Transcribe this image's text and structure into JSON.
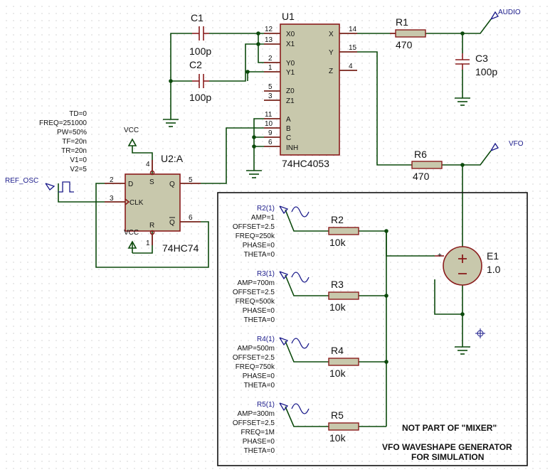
{
  "c1": {
    "ref": "C1",
    "value": "100p"
  },
  "c2": {
    "ref": "C2",
    "value": "100p"
  },
  "c3": {
    "ref": "C3",
    "value": "100p"
  },
  "u1": {
    "ref": "U1",
    "part": "74HC4053",
    "pins_left": [
      {
        "num": "12",
        "name": "X0"
      },
      {
        "num": "13",
        "name": "X1"
      },
      {
        "num": "2",
        "name": "Y0"
      },
      {
        "num": "1",
        "name": "Y1"
      },
      {
        "num": "5",
        "name": "Z0"
      },
      {
        "num": "3",
        "name": "Z1"
      },
      {
        "num": "11",
        "name": "A"
      },
      {
        "num": "10",
        "name": "B"
      },
      {
        "num": "9",
        "name": "C"
      },
      {
        "num": "6",
        "name": "INH"
      }
    ],
    "pins_right": [
      {
        "num": "14",
        "name": "X"
      },
      {
        "num": "15",
        "name": "Y"
      },
      {
        "num": "4",
        "name": "Z"
      }
    ]
  },
  "r1": {
    "ref": "R1",
    "value": "470"
  },
  "r6": {
    "ref": "R6",
    "value": "470"
  },
  "r2": {
    "ref": "R2",
    "value": "10k"
  },
  "r3": {
    "ref": "R3",
    "value": "10k"
  },
  "r4": {
    "ref": "R4",
    "value": "10k"
  },
  "r5": {
    "ref": "R5",
    "value": "10k"
  },
  "e1": {
    "ref": "E1",
    "value": "1.0"
  },
  "terminals": {
    "audio": "AUDIO",
    "vfo": "VFO",
    "ref_osc": "REF_OSC",
    "vcc_top": "VCC",
    "vcc_bottom": "VCC"
  },
  "u2": {
    "ref": "U2:A",
    "part": "74HC74",
    "pin_d": "D",
    "pin_clk": "CLK",
    "pin_q": "Q",
    "pin_qbar": "Q",
    "pin_s": "S",
    "pin_r": "R",
    "pin_num_d": "2",
    "pin_num_clk": "3",
    "pin_num_q": "5",
    "pin_num_qbar": "6",
    "pin_num_s": "4",
    "pin_num_r": "1"
  },
  "ref_osc_params": [
    "TD=0",
    "FREQ=251000",
    "PW=50%",
    "TF=20n",
    "TR=20n",
    "V1=0",
    "V2=5"
  ],
  "sources": [
    {
      "ref": "R2(1)",
      "params": [
        "AMP=1",
        "OFFSET=2.5",
        "FREQ=250k",
        "PHASE=0",
        "THETA=0"
      ]
    },
    {
      "ref": "R3(1)",
      "params": [
        "AMP=700m",
        "OFFSET=2.5",
        "FREQ=500k",
        "PHASE=0",
        "THETA=0"
      ]
    },
    {
      "ref": "R4(1)",
      "params": [
        "AMP=500m",
        "OFFSET=2.5",
        "FREQ=750k",
        "PHASE=0",
        "THETA=0"
      ]
    },
    {
      "ref": "R5(1)",
      "params": [
        "AMP=300m",
        "OFFSET=2.5",
        "FREQ=1M",
        "PHASE=0",
        "THETA=0"
      ]
    }
  ],
  "notes": {
    "line1": "NOT PART OF \"MIXER\"",
    "line2": "VFO WAVESHAPE GENERATOR",
    "line3": "FOR SIMULATION"
  }
}
